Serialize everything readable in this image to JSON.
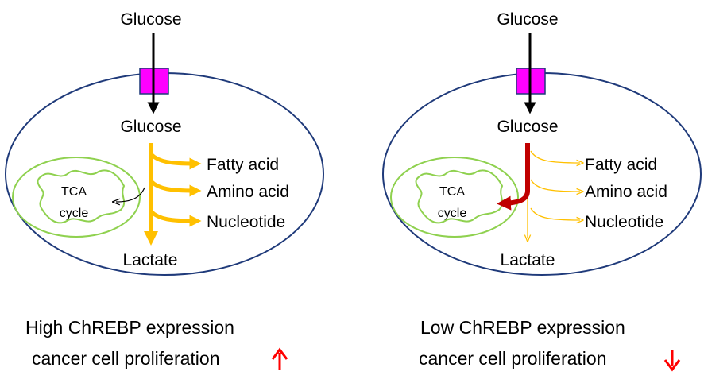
{
  "colors": {
    "cell_outline": "#1f3a7a",
    "transporter": "#ff00ff",
    "flux_arrow": "#ffc000",
    "tca_flux": "#c00000",
    "mitochondria": "#8fd14f",
    "trend_arrow": "#ff0000"
  },
  "panels": [
    {
      "glucose_outside": "Glucose",
      "glucose_inside": "Glucose",
      "products": [
        "Fatty acid",
        "Amino acid",
        "Nucleotide"
      ],
      "tca_line1": "TCA",
      "tca_line2": "cycle",
      "lactate": "Lactate",
      "caption_line1": "High ChREBP expression",
      "caption_line2": "cancer cell proliferation",
      "trend": "up"
    },
    {
      "glucose_outside": "Glucose",
      "glucose_inside": "Glucose",
      "products": [
        "Fatty acid",
        "Amino acid",
        "Nucleotide"
      ],
      "tca_line1": "TCA",
      "tca_line2": "cycle",
      "lactate": "Lactate",
      "caption_line1": "Low ChREBP expression",
      "caption_line2": "cancer cell proliferation",
      "trend": "down"
    }
  ]
}
